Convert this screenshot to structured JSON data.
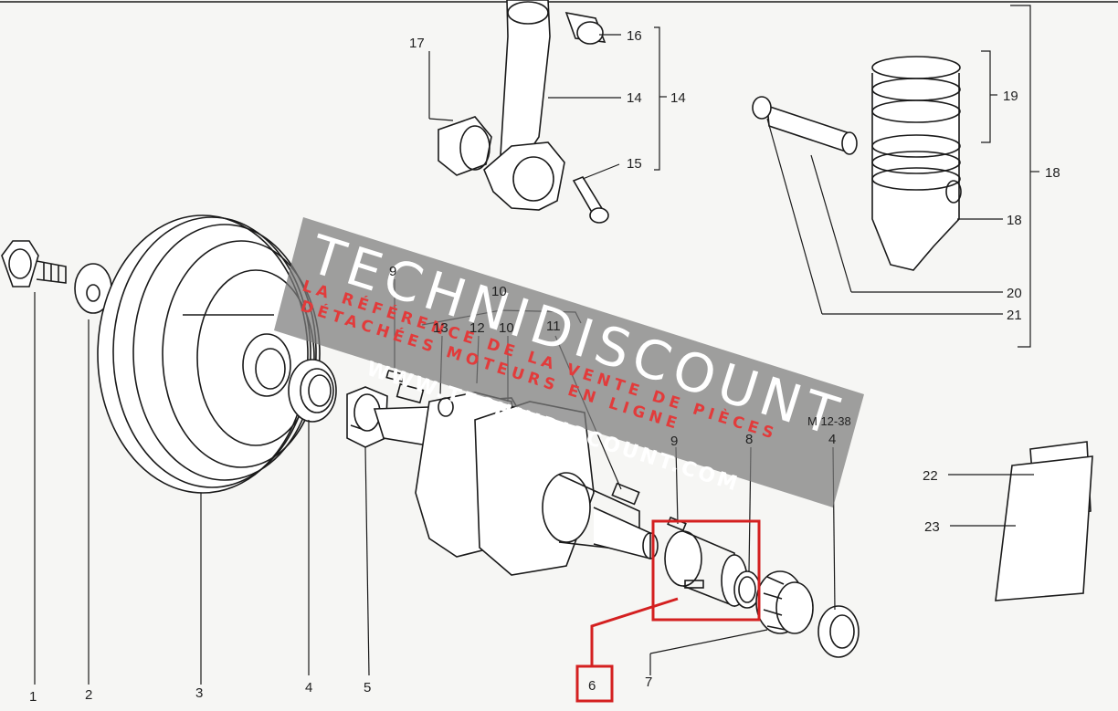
{
  "diagram": {
    "reference_code": "M 12-38",
    "highlighted_part": "6",
    "callouts": [
      {
        "id": "c1",
        "label": "1"
      },
      {
        "id": "c2",
        "label": "2"
      },
      {
        "id": "c3",
        "label": "3"
      },
      {
        "id": "c4a",
        "label": "4"
      },
      {
        "id": "c5",
        "label": "5"
      },
      {
        "id": "c6",
        "label": "6"
      },
      {
        "id": "c7",
        "label": "7"
      },
      {
        "id": "c4b",
        "label": "4"
      },
      {
        "id": "c8",
        "label": "8"
      },
      {
        "id": "c9a",
        "label": "9"
      },
      {
        "id": "c9b",
        "label": "9"
      },
      {
        "id": "c10a",
        "label": "10"
      },
      {
        "id": "c10b",
        "label": "10"
      },
      {
        "id": "c11",
        "label": "11"
      },
      {
        "id": "c12",
        "label": "12"
      },
      {
        "id": "c13",
        "label": "13"
      },
      {
        "id": "c14a",
        "label": "14"
      },
      {
        "id": "c14b",
        "label": "14"
      },
      {
        "id": "c15",
        "label": "15"
      },
      {
        "id": "c16",
        "label": "16"
      },
      {
        "id": "c17",
        "label": "17"
      },
      {
        "id": "c18a",
        "label": "18"
      },
      {
        "id": "c18b",
        "label": "18"
      },
      {
        "id": "c19",
        "label": "19"
      },
      {
        "id": "c20",
        "label": "20"
      },
      {
        "id": "c21",
        "label": "21"
      },
      {
        "id": "c22",
        "label": "22"
      },
      {
        "id": "c23",
        "label": "23"
      }
    ]
  },
  "watermark": {
    "brand": "TECHNIDISCOUNT",
    "tagline_1": "LA RÉFÉRENCE DE LA VENTE DE PIÈCES",
    "tagline_2": "DÉTACHÉES MOTEURS EN LIGNE",
    "url": "WWW.TECHNIDISCOUNT.COM"
  },
  "colors": {
    "line": "#1a1a1a",
    "highlight": "#d42020",
    "watermark_band": "#7b7b7b"
  }
}
